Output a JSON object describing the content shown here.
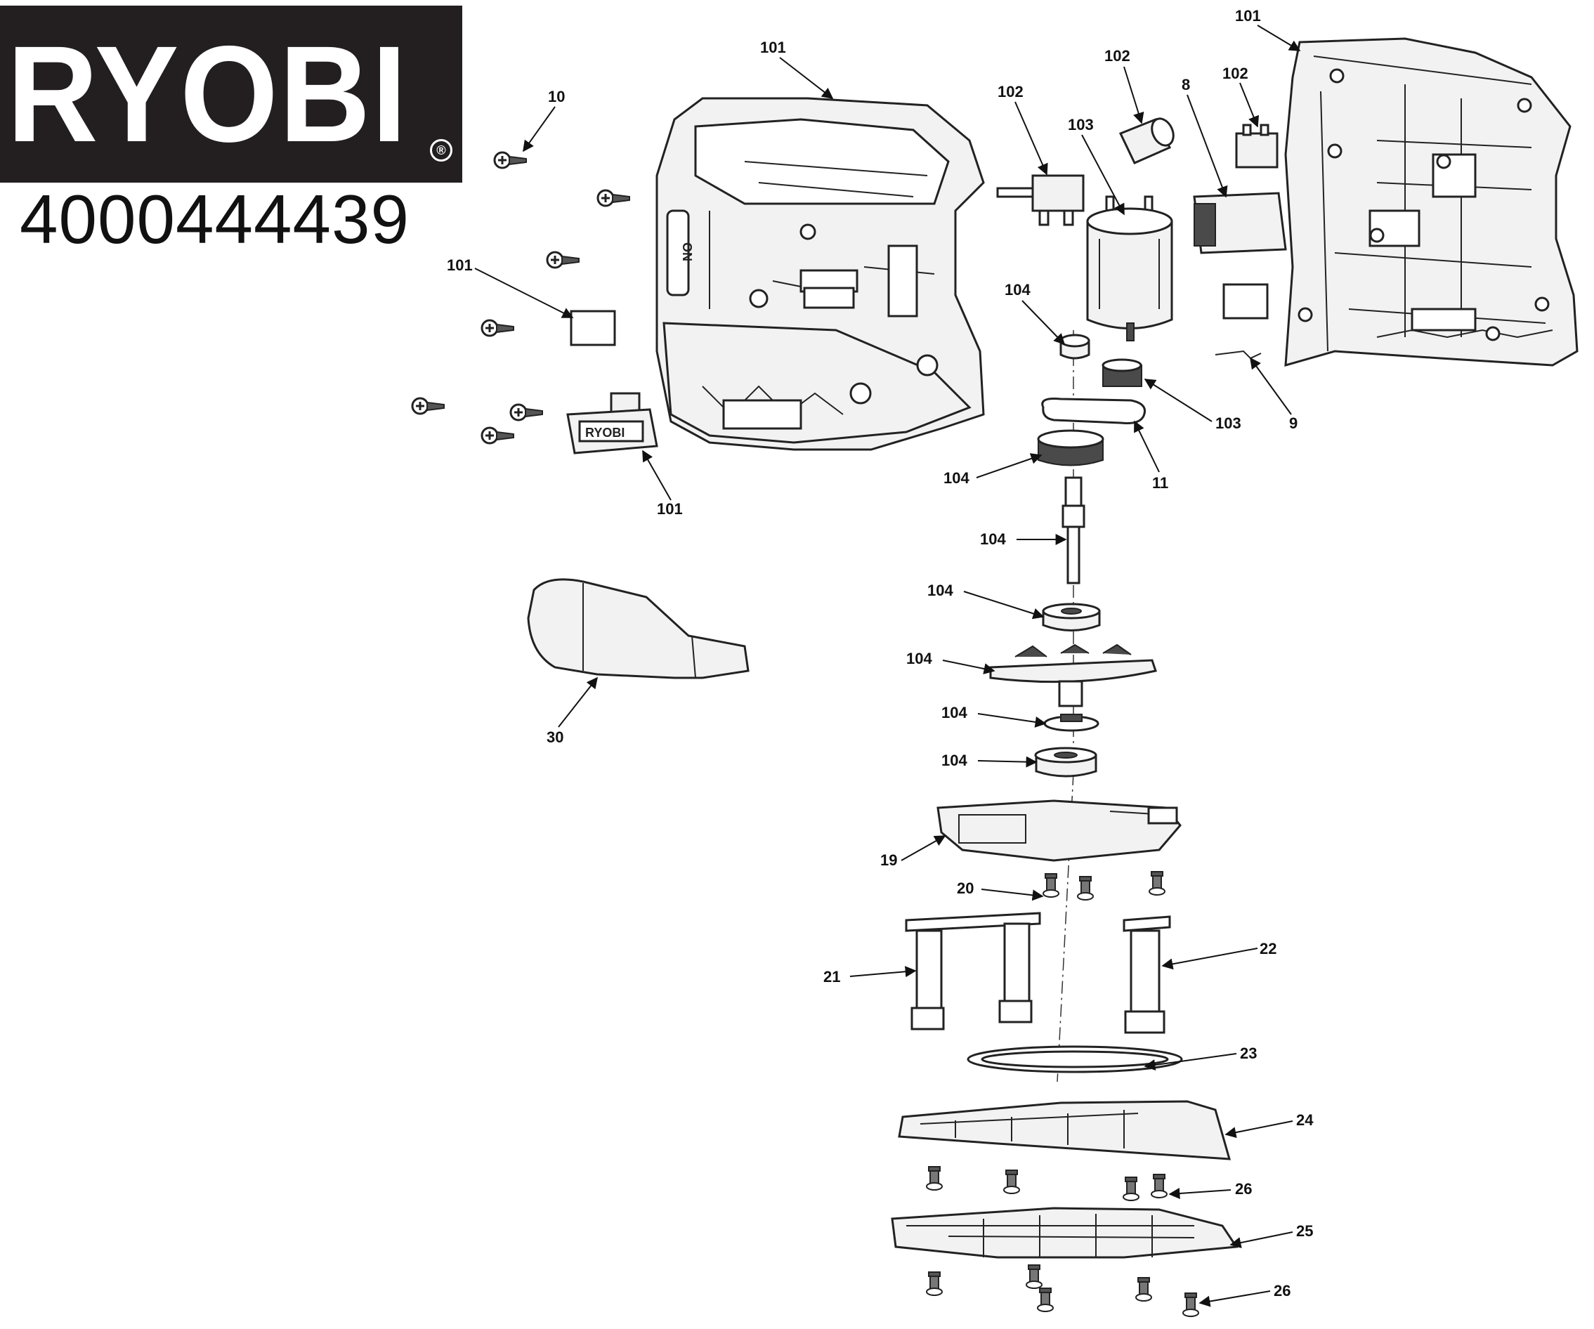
{
  "brand": {
    "name": "RYOBI",
    "registered_mark": "®"
  },
  "model_number": "4000444439",
  "callouts": [
    {
      "id": "c10",
      "label": "10"
    },
    {
      "id": "c101-top",
      "label": "101"
    },
    {
      "id": "c101-left",
      "label": "101"
    },
    {
      "id": "c101-switch",
      "label": "101"
    },
    {
      "id": "c101-right",
      "label": "101"
    },
    {
      "id": "c102-a",
      "label": "102"
    },
    {
      "id": "c102-b",
      "label": "102"
    },
    {
      "id": "c102-c",
      "label": "102"
    },
    {
      "id": "c103-motor",
      "label": "103"
    },
    {
      "id": "c103-pinion",
      "label": "103"
    },
    {
      "id": "c8",
      "label": "8"
    },
    {
      "id": "c9",
      "label": "9"
    },
    {
      "id": "c11",
      "label": "11"
    },
    {
      "id": "c104-a",
      "label": "104"
    },
    {
      "id": "c104-b",
      "label": "104"
    },
    {
      "id": "c104-c",
      "label": "104"
    },
    {
      "id": "c104-d",
      "label": "104"
    },
    {
      "id": "c104-e",
      "label": "104"
    },
    {
      "id": "c104-f",
      "label": "104"
    },
    {
      "id": "c104-g",
      "label": "104"
    },
    {
      "id": "c30",
      "label": "30"
    },
    {
      "id": "c19",
      "label": "19"
    },
    {
      "id": "c20",
      "label": "20"
    },
    {
      "id": "c21",
      "label": "21"
    },
    {
      "id": "c22",
      "label": "22"
    },
    {
      "id": "c23",
      "label": "23"
    },
    {
      "id": "c24",
      "label": "24"
    },
    {
      "id": "c25",
      "label": "25"
    },
    {
      "id": "c26-a",
      "label": "26"
    },
    {
      "id": "c26-b",
      "label": "26"
    }
  ],
  "housing_labels": {
    "switch_badge": "RYOBI",
    "switch_side": "ON"
  }
}
